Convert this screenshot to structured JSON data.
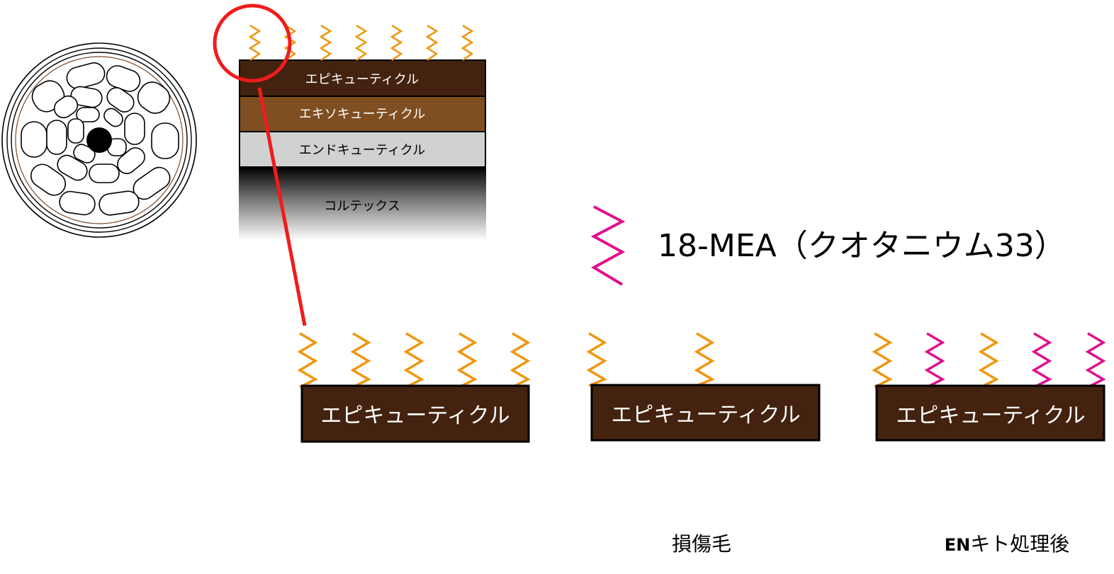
{
  "colors": {
    "epi": "#43230f",
    "exo": "#7f4f21",
    "endo": "#d0d1d1",
    "orange_chain": "#f0960f",
    "magenta_chain": "#e0108c",
    "pointer_red": "#f01c1c",
    "outline": "#000000"
  },
  "layers": {
    "epicuticle": "エピキューティクル",
    "exocuticle": "エキソキューティクル",
    "endocuticle": "エンドキューティクル",
    "cortex": "コルテックス"
  },
  "legend": {
    "label": "18-MEA（クオタニウム33）",
    "icon": "magenta-zigzag-chain-icon"
  },
  "panels": [
    {
      "label": "エピキューティクル",
      "caption": "",
      "chains": [
        "orange",
        "orange",
        "orange",
        "orange",
        "orange"
      ]
    },
    {
      "label": "エピキューティクル",
      "caption": "損傷毛",
      "chains": [
        "orange",
        "orange"
      ]
    },
    {
      "label": "エピキューティクル",
      "caption_bold": "EN",
      "caption_rest": "キト処理後",
      "chains": [
        "orange",
        "magenta",
        "orange",
        "magenta",
        "magenta"
      ]
    }
  ]
}
